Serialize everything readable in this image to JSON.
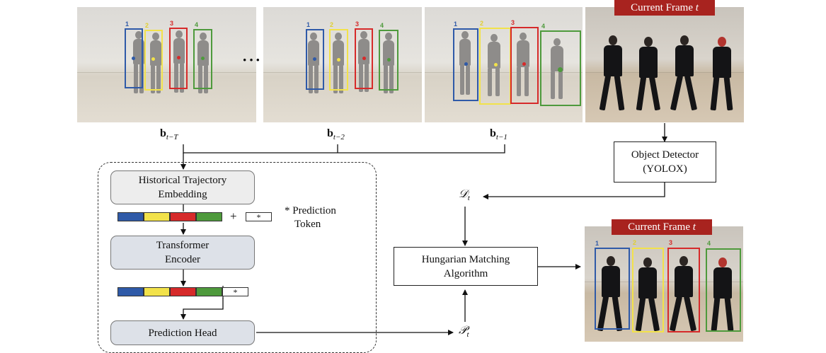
{
  "frames": {
    "current_frame_label": "Current Frame",
    "current_frame_var": "t",
    "ellipsis": "···",
    "track_ids": [
      "1",
      "2",
      "3",
      "4"
    ]
  },
  "trajectory_labels": [
    {
      "base": "b",
      "sub": "t−T"
    },
    {
      "base": "b",
      "sub": "t−2"
    },
    {
      "base": "b",
      "sub": "t−1"
    }
  ],
  "modules": {
    "object_detector": [
      "Object Detector",
      "(YOLOX)"
    ],
    "historical_embedding": [
      "Historical Trajectory",
      "Embedding"
    ],
    "transformer_encoder": [
      "Transformer",
      "Encoder"
    ],
    "prediction_head": "Prediction Head",
    "hungarian": [
      "Hungarian Matching",
      "Algorithm"
    ]
  },
  "tokens": {
    "plus": "+",
    "star": "*",
    "note_line1": "* Prediction",
    "note_line2": "Token"
  },
  "math": {
    "detections_base": "𝒟",
    "detections_sub": "t",
    "predictions_base": "𝒫",
    "predictions_sub": "t"
  },
  "colors": {
    "blue": "#2f5aa8",
    "yellow": "#f2e24a",
    "red": "#d62a2a",
    "green": "#4e9a3c",
    "title_tag": "#a8231f"
  }
}
